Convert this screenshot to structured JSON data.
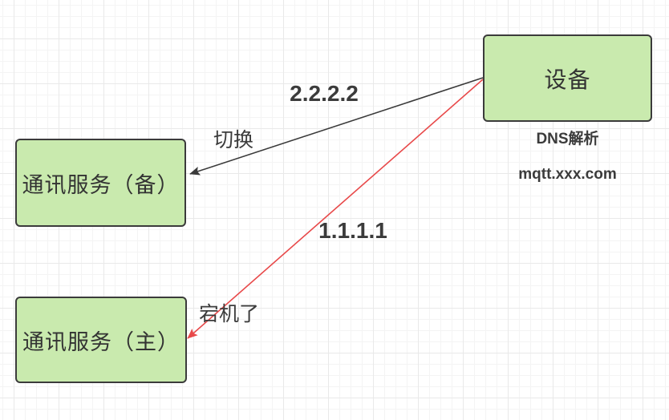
{
  "diagram": {
    "nodes": [
      {
        "id": "device",
        "label": "设备"
      },
      {
        "id": "backup",
        "label": "通讯服务（备）"
      },
      {
        "id": "primary",
        "label": "通讯服务（主）"
      }
    ],
    "annotations": {
      "dns_title": "DNS解析",
      "dns_domain": "mqtt.xxx.com"
    },
    "edges": [
      {
        "id": "device-to-backup",
        "label": "2.2.2.2",
        "note": "切换",
        "color": "#3a3a3a"
      },
      {
        "id": "device-to-primary",
        "label": "1.1.1.1",
        "note": "宕机了",
        "color": "#e8494a"
      }
    ],
    "colors": {
      "node_fill": "#c9eaae",
      "node_border": "#3b3b3b",
      "text": "#333333",
      "edge_black": "#3a3a3a",
      "edge_red": "#e8494a"
    }
  }
}
